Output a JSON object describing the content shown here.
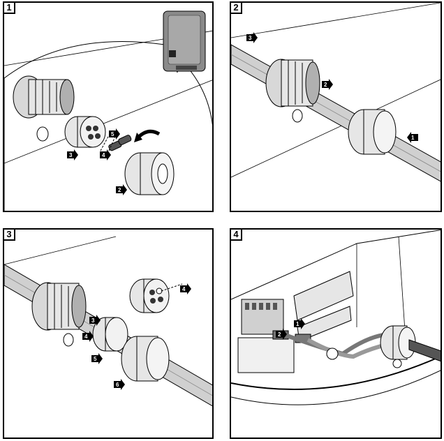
{
  "panels": [
    {
      "number": "1",
      "callouts": [
        "3",
        "4",
        "5",
        "2"
      ]
    },
    {
      "number": "2",
      "callouts": [
        "3",
        "2",
        "1"
      ]
    },
    {
      "number": "3",
      "callouts": [
        "4",
        "3",
        "4",
        "5",
        "6"
      ]
    },
    {
      "number": "4",
      "callouts": [
        "1",
        "2"
      ]
    }
  ],
  "colors": {
    "line": "#000000",
    "light_gray": "#e6e6e6",
    "mid_gray": "#b0b0b0",
    "dark_gray": "#555555",
    "device": "#8a8a8a"
  }
}
